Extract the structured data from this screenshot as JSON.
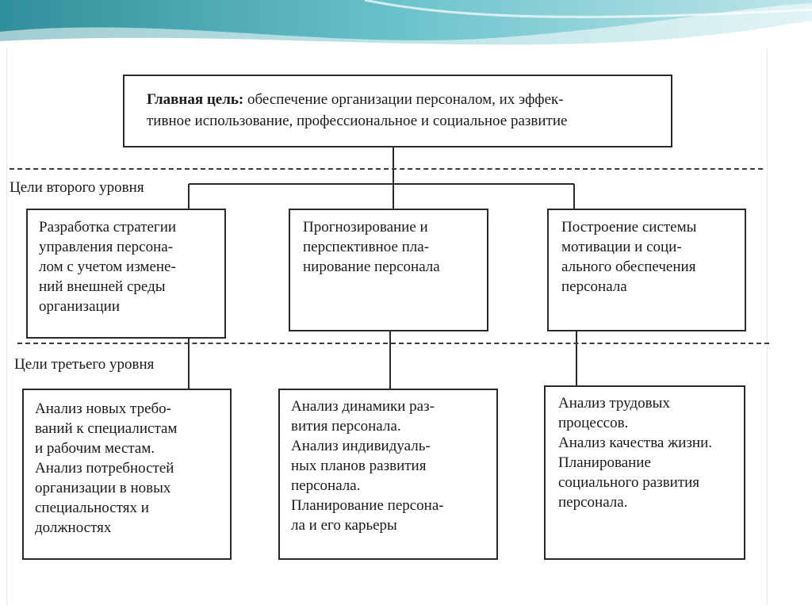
{
  "main_goal": {
    "label": "Главная цель:",
    "text": " обеспечение организации персоналом, их эффек-\nтивное использование, профессиональное и социальное развитие"
  },
  "levels": {
    "second": "Цели второго уровня",
    "third": "Цели третьего уровня"
  },
  "second_level": [
    {
      "text": "Разработка стратегии\nуправления персона-\nлом с учетом измене-\nний внешней среды\nорганизации"
    },
    {
      "text": "Прогнозирование и\nперспективное пла-\nнирование персонала"
    },
    {
      "text": "Построение системы\nмотивации и соци-\nального обеспечения\nперсонала"
    }
  ],
  "third_level": [
    {
      "text": "Анализ новых требо-\nваний к специалистам\nи рабочим местам.\nАнализ потребностей\nорганизации в новых\nспециальностях и\nдолжностях"
    },
    {
      "text": "Анализ динамики раз-\nвития персонала.\nАнализ индивидуаль-\nных планов развития\nперсонала.\nПланирование персона-\nла и его карьеры"
    },
    {
      "text": "Анализ трудовых\nпроцессов.\nАнализ качества жизни.\nПланирование\nсоциального развития\nперсонала."
    }
  ]
}
